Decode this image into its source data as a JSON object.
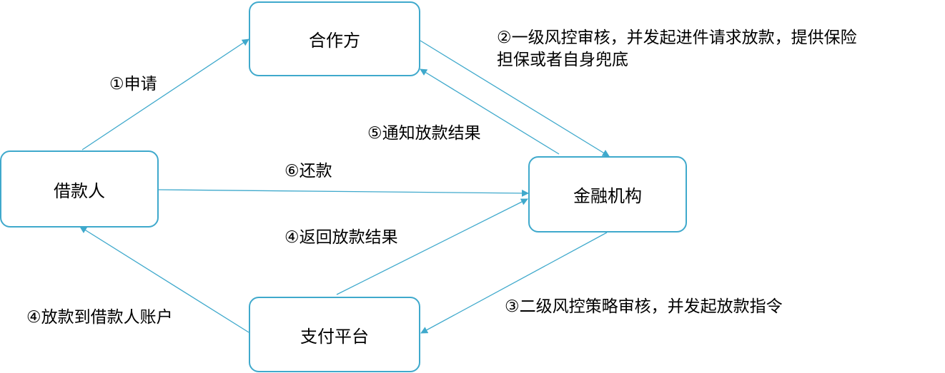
{
  "nodes": {
    "partner": "合作方",
    "borrower": "借款人",
    "financial_institution": "金融机构",
    "payment_platform": "支付平台"
  },
  "edges": {
    "apply": "①申请",
    "partner_review_line1": "②一级风控审核，并发起进件请求放款，提供保险",
    "partner_review_line2": "担保或者自身兜底",
    "notify_result": "⑤通知放款结果",
    "repay": "⑥还款",
    "return_result": "④返回放款结果",
    "disburse_to_account": "④放款到借款人账户",
    "secondary_review": "③二级风控策略审核，并发起放款指令"
  },
  "colors": {
    "accent": "#3FA9CC",
    "text": "#000000",
    "background": "#FFFFFF"
  }
}
